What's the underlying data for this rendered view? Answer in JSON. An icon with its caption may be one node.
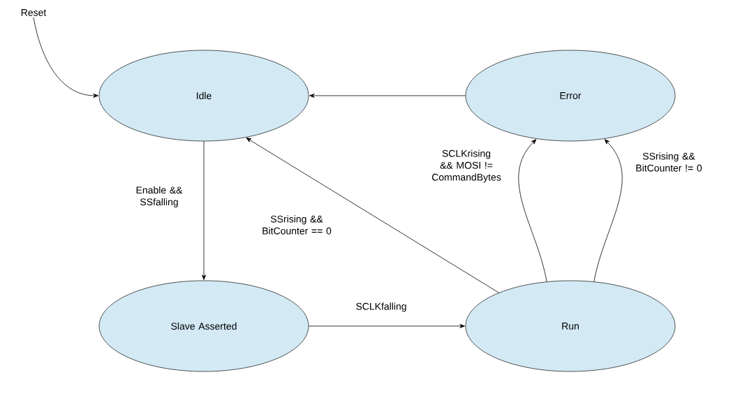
{
  "diagram": {
    "nodes": [
      {
        "text": [
          "Reset"
        ]
      },
      {
        "text": [
          "Idle"
        ]
      },
      {
        "text": [
          "Error"
        ]
      },
      {
        "text": [
          "Slave Asserted"
        ]
      },
      {
        "text": [
          "Run"
        ]
      }
    ],
    "edges": [
      {
        "from": 0,
        "to": 1,
        "arrow": "to"
      },
      {
        "from": 2,
        "to": 1,
        "arrow": "to"
      },
      {
        "from": 1,
        "to": 3,
        "arrow": "to",
        "label": "Enable && SSfalling"
      },
      {
        "from": 3,
        "to": 4,
        "arrow": "to",
        "label": "SCLKfalling"
      },
      {
        "from": 4,
        "to": 1,
        "arrow": "to",
        "label": "SSrising && BitCounter == 0"
      },
      {
        "from": 4,
        "to": 2,
        "arrow": "to",
        "label": "SCLKrising && MOSI != CommandBytes"
      },
      {
        "from": 4,
        "to": 2,
        "arrow": "to",
        "label": "SSrising && BitCounter != 0"
      }
    ]
  }
}
